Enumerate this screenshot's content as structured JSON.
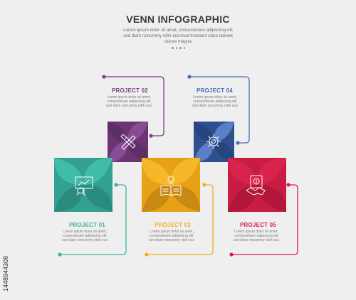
{
  "header": {
    "title": "VENN INFOGRAPHIC",
    "subtitle": "Lorem ipsum dolor sit amet, consectetuen adipiscing elit sed diam nonummy nibh euismod tincidunt utare laoreet dolore magna"
  },
  "projects": [
    {
      "label": "PROJECT 01",
      "desc": "Lorem ipsum dolor sit amet, consectetuen adipiscing elit sed diam nonummy nibh eus",
      "color": "#3bb3a3",
      "icon": "presentation-board-icon"
    },
    {
      "label": "PROJECT 02",
      "desc": "Lorem ipsum dolor sit amet, consectetuen adipiscing elit sed diam nonummy nibh eus",
      "color": "#7a3f84",
      "icon": "ruler-pencil-icon"
    },
    {
      "label": "PROJECT 03",
      "desc": "Lorem ipsum dolor sit amet, consectetuen adipiscing elit sed diam nonummy nibh eus",
      "color": "#f2ae1c",
      "icon": "book-lightbulb-icon"
    },
    {
      "label": "PROJECT 04",
      "desc": "Lorem ipsum dolor sit amet, consectetuen adipiscing elit sed diam nonummy nibh eus",
      "color": "#4a6db5",
      "icon": "target-gear-icon"
    },
    {
      "label": "PROJECT 05",
      "desc": "Lorem ipsum dolor sit amet, consectetuen adipiscing elit sed diam nonummy nibh eus",
      "color": "#d81f4a",
      "icon": "handshake-dollar-icon"
    }
  ],
  "watermark": "1448944308"
}
